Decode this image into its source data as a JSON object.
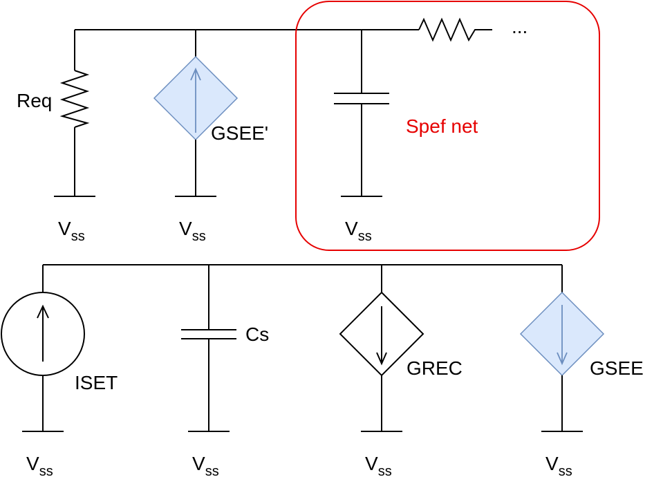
{
  "labels": {
    "req": "Req",
    "gsee_prime": "GSEE'",
    "spef_net": "Spef net",
    "ellipsis": "...",
    "iset": "ISET",
    "cs": "Cs",
    "grec": "GREC",
    "gsee": "GSEE"
  },
  "ground": {
    "main": "V",
    "sub": "ss"
  },
  "colors": {
    "wire": "#000000",
    "spef_box": "#e60000",
    "source_fill": "#dae8fc",
    "source_stroke": "#6c8ebf"
  }
}
